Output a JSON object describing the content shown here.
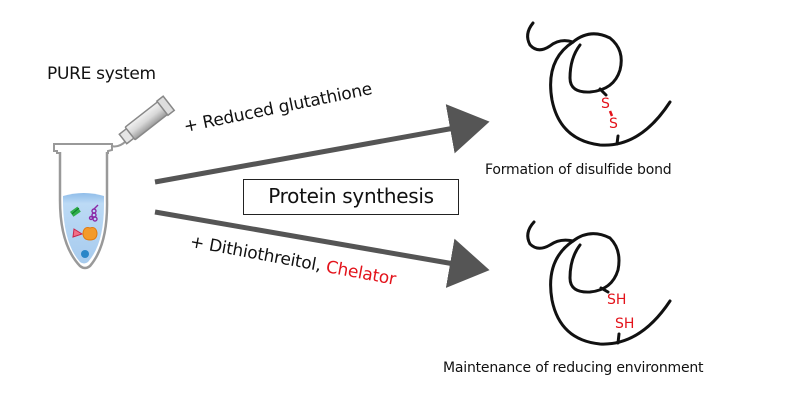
{
  "title": "PURE system",
  "center_label": "Protein synthesis",
  "top_branch": {
    "condition": "+ Reduced glutathione",
    "outcome": "Formation of disulfide bond",
    "bond_labels": [
      "S",
      "S"
    ]
  },
  "bottom_branch": {
    "condition_prefix": "+ Dithiothreitol, ",
    "condition_highlight": "Chelator",
    "outcome": "Maintenance of reducing environment",
    "thiol_labels": [
      "SH",
      "SH"
    ]
  },
  "colors": {
    "arrow": "#555555",
    "highlight": "#e3131b",
    "liquid": "#a9cdef",
    "tube_outline": "#999999"
  }
}
